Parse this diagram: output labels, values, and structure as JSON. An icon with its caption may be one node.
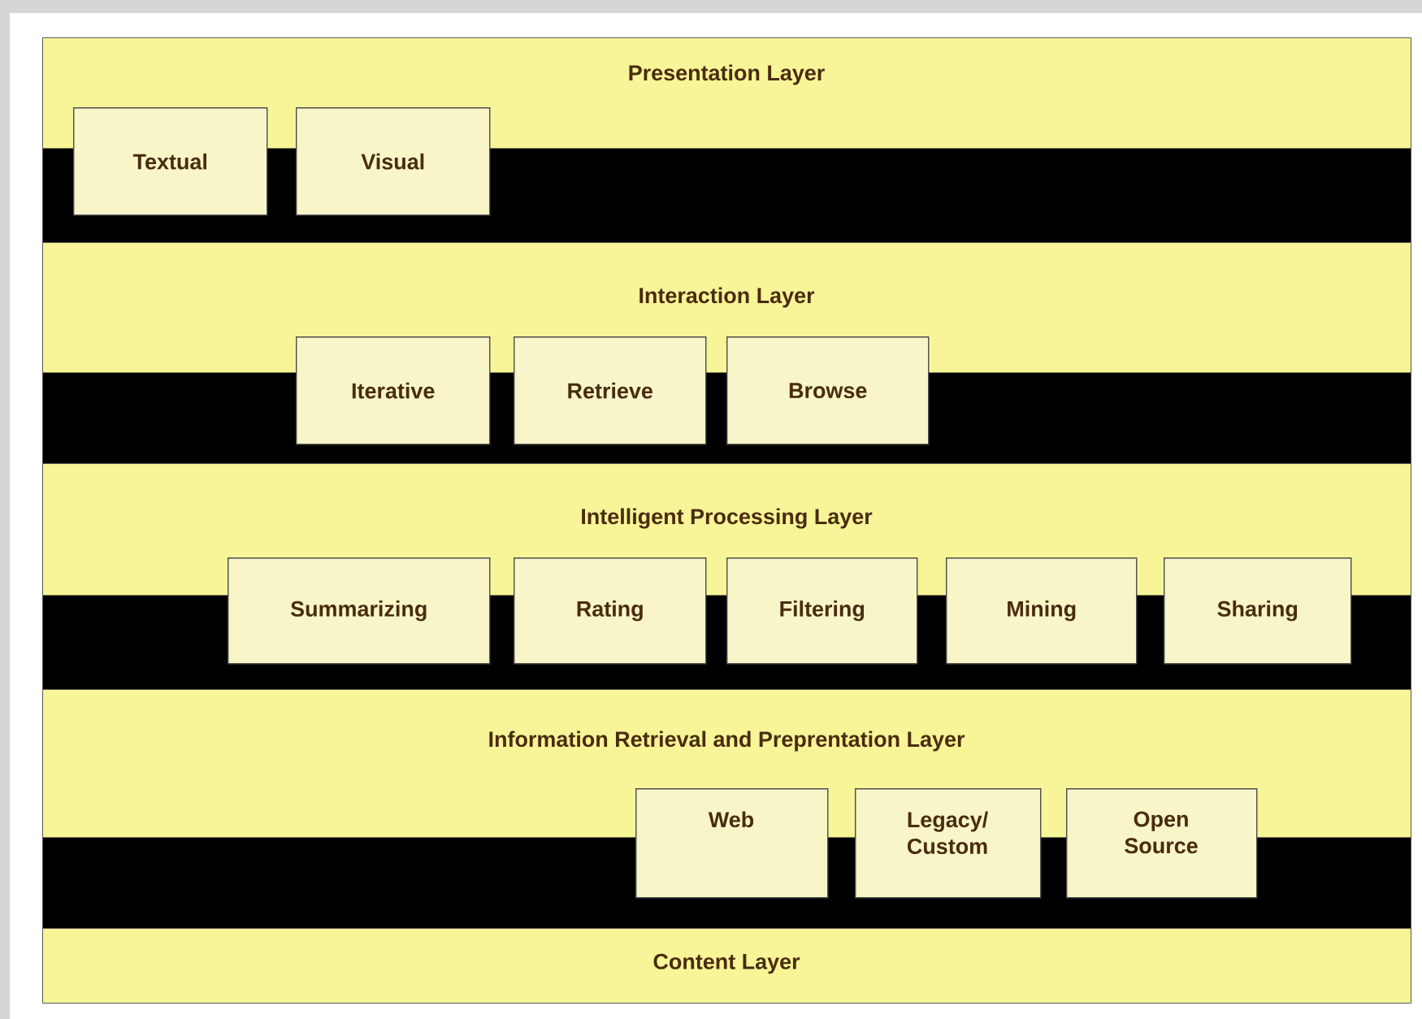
{
  "diagram": {
    "nodes": [
      {
        "text": [
          "Presentation Layer"
        ]
      },
      {
        "text": [
          "Textual"
        ],
        "in": 0
      },
      {
        "text": [
          "Visual"
        ],
        "in": 0
      },
      {
        "text": [
          "Interaction Layer"
        ]
      },
      {
        "text": [
          "Iterative"
        ],
        "in": 3
      },
      {
        "text": [
          "Retrieve"
        ],
        "in": 3
      },
      {
        "text": [
          "Browse"
        ],
        "in": 3
      },
      {
        "text": [
          "Intelligent Processing Layer"
        ]
      },
      {
        "text": [
          "Summarizing"
        ],
        "in": 7
      },
      {
        "text": [
          "Rating"
        ],
        "in": 7
      },
      {
        "text": [
          "Filtering"
        ],
        "in": 7
      },
      {
        "text": [
          "Mining"
        ],
        "in": 7
      },
      {
        "text": [
          "Sharing"
        ],
        "in": 7
      },
      {
        "text": [
          "Information Retrieval and Preprentation Layer"
        ]
      },
      {
        "text": [
          "Web"
        ],
        "in": 13
      },
      {
        "text": [
          "Legacy/ Custom"
        ],
        "in": 13
      },
      {
        "text": [
          "Open Source"
        ],
        "in": 13
      },
      {
        "text": [
          "Content Layer"
        ]
      }
    ]
  }
}
